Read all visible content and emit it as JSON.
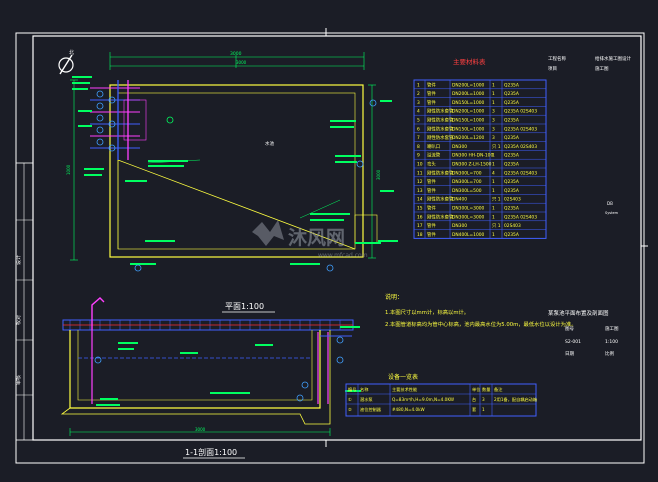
{
  "plan_title": "平面1:100",
  "section_title": "1-1剖面1:100",
  "dim_top": "3000",
  "dim_left": "1000",
  "dim_right": "3000",
  "section_dim": "3000",
  "plan_note": "水池",
  "north_symbol": "北",
  "materials": {
    "title": "主要材料表",
    "rows": [
      [
        "1",
        "管件",
        "DN200L=1000",
        "1",
        "Q235A"
      ],
      [
        "2",
        "管件",
        "DN200L=1000",
        "1",
        "Q235A"
      ],
      [
        "3",
        "管件",
        "DN150L=1000",
        "1",
        "Q235A"
      ],
      [
        "4",
        "刚性防水套管",
        "DN200L=1000",
        "3",
        "Q235A 02S403"
      ],
      [
        "5",
        "刚性防水套管",
        "DN150L=1000",
        "3",
        "Q235A"
      ],
      [
        "6",
        "刚性防水套管",
        "DN150L=1000",
        "3",
        "Q235A 02S403"
      ],
      [
        "7",
        "刚性防水套管",
        "DN200L=1200",
        "3",
        "Q235A"
      ],
      [
        "8",
        "喇叭口",
        "DN300",
        "只 1",
        "Q235A 02S403"
      ],
      [
        "9",
        "溢流管",
        "DN300 HH-DN-100",
        "1",
        "Q235A"
      ],
      [
        "10",
        "弯头",
        "DN300 Z-LH-1500",
        "1",
        "Q235A"
      ],
      [
        "11",
        "刚性防水套管",
        "DN300L=700",
        "4",
        "Q235A 02S403"
      ],
      [
        "12",
        "管件",
        "DN300L=700",
        "1",
        "Q235A"
      ],
      [
        "13",
        "管件",
        "DN300L=500",
        "1",
        "Q235A"
      ],
      [
        "14",
        "刚性防水套管",
        "DN400",
        "只 1",
        "02S403"
      ],
      [
        "15",
        "管件",
        "DN300L=3000",
        "1",
        "Q235A"
      ],
      [
        "16",
        "刚性防水套管",
        "DN300L=3000",
        "1",
        "Q235A 02S403"
      ],
      [
        "17",
        "管件",
        "DN300",
        "只 1",
        "02S403"
      ],
      [
        "18",
        "管件",
        "DN400L=1000",
        "1",
        "Q235A"
      ]
    ]
  },
  "notes": {
    "title": "说明：",
    "lines": [
      "1.本图尺寸以mm计，标高以m计。",
      "2.本图管道标高均为管中心标高，池内最高水位为5.00m，最低水位以设计为准。"
    ]
  },
  "equipment": {
    "title": "设备一览表",
    "header": [
      "编号",
      "名称",
      "主要技术性能",
      "单位",
      "数量",
      "备注"
    ],
    "rows": [
      [
        "①",
        "潜水泵",
        "Q=83m³/h,H=9.0m,N=4.0KW",
        "台",
        "3",
        "2用1备，配自耦启动箱"
      ],
      [
        "②",
        "液位控制器",
        "#480,N=4.0kW",
        "套",
        "1",
        ""
      ]
    ]
  },
  "title_block": {
    "header_left": [
      "工程名称",
      "项目"
    ],
    "header_right": [
      "给排水施工图设计",
      "施工图"
    ],
    "drawing_name": "某泵池平面布置及剖面图",
    "fields": [
      [
        "图号",
        "施工图"
      ],
      [
        "S2-001",
        "1:100"
      ],
      [
        "日期",
        "比例"
      ]
    ],
    "side_label": "DB",
    "side_sub": "System"
  },
  "watermark": {
    "brand": "沐风网",
    "url": "www.mfcad.com"
  }
}
